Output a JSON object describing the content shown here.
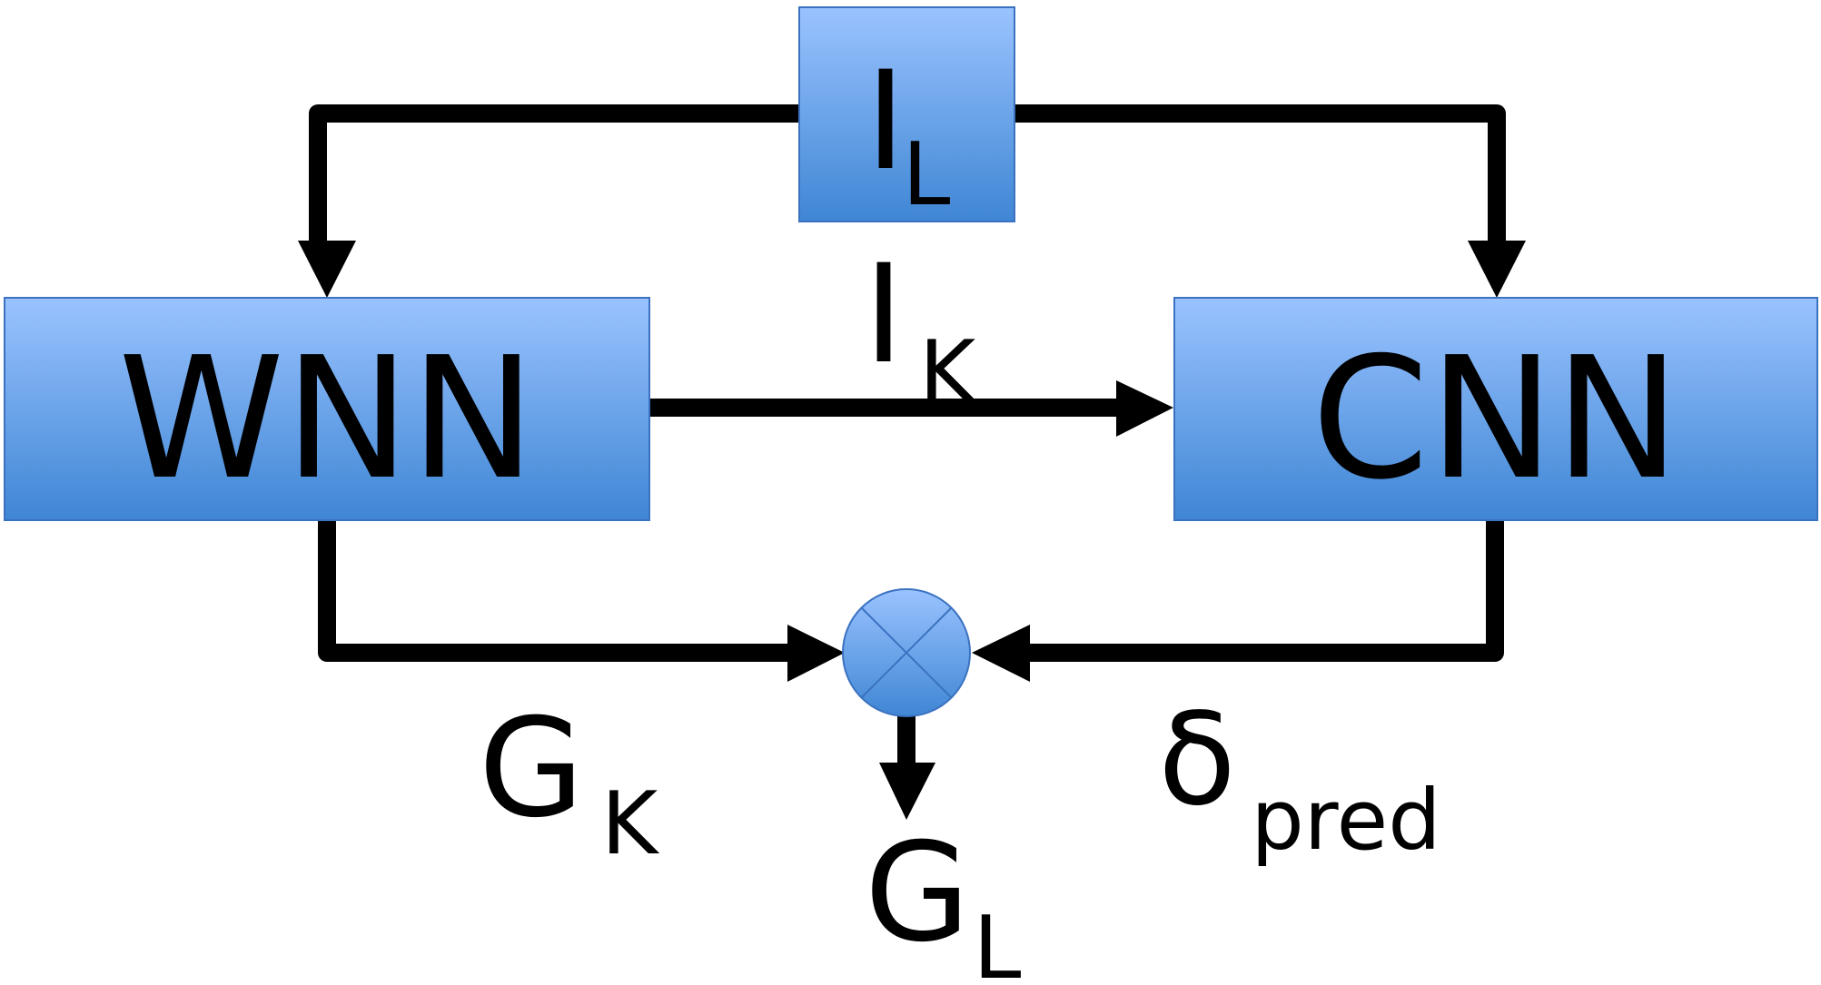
{
  "nodes": {
    "input": {
      "main": "I",
      "sub": "L"
    },
    "wnn": {
      "label": "WNN"
    },
    "cnn": {
      "label": "CNN"
    }
  },
  "edge_labels": {
    "i_k": {
      "main": "I",
      "sub": "K"
    },
    "g_k": {
      "main": "G",
      "sub": "K"
    },
    "g_l": {
      "main": "G",
      "sub": "L"
    },
    "delta_pred": {
      "main": "δ",
      "sub": "pred"
    }
  },
  "colors": {
    "box_top": "#9ac3ff",
    "box_bottom": "#3f86d4",
    "box_border": "#3b72c0",
    "line": "#000000"
  }
}
